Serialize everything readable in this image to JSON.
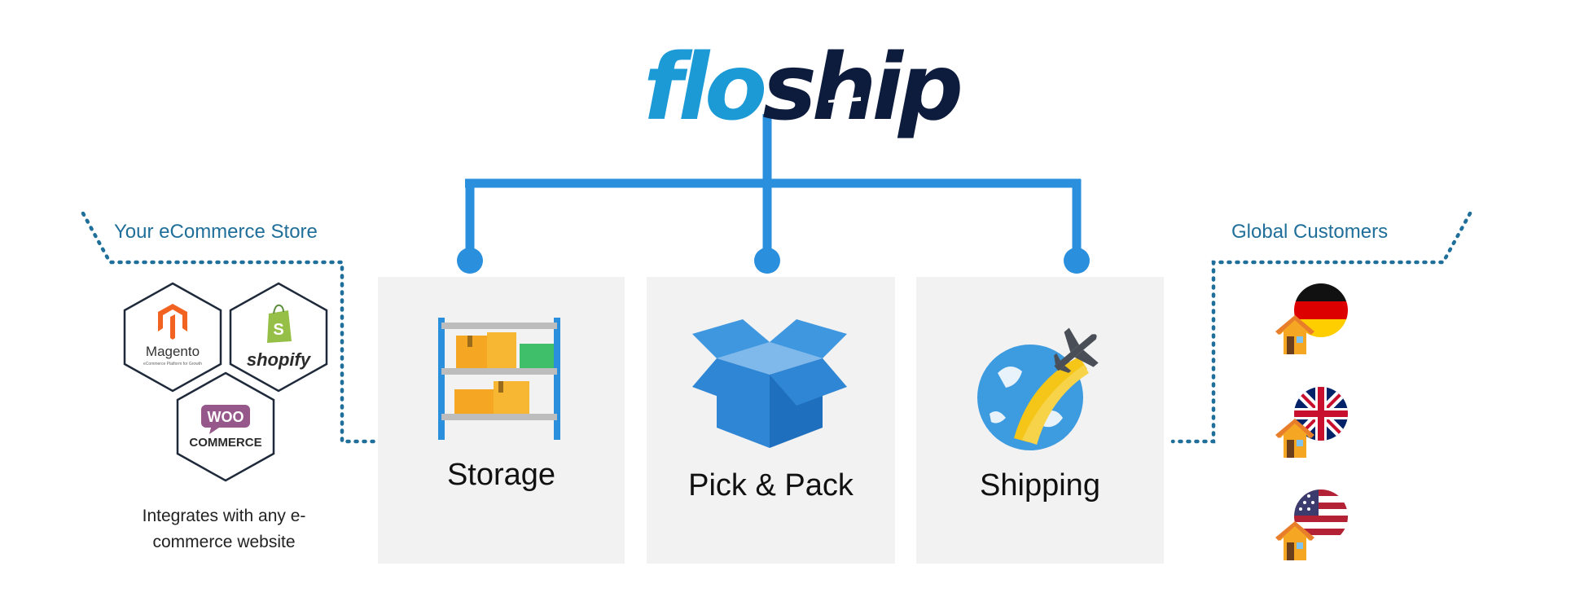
{
  "logo": {
    "part1": "flo",
    "part2": "ship",
    "colors": {
      "part1": "#1b9ad6",
      "part2": "#0d1b3d"
    }
  },
  "store_heading": "Your eCommerce Store",
  "customers_heading": "Global Customers",
  "platforms": [
    {
      "name": "Magento",
      "tagline": "eCommerce Platform for Growth",
      "icon": "magento-logo",
      "color": "#f26322"
    },
    {
      "name": "shopify",
      "icon": "shopify-bag-logo",
      "color": "#95bf47"
    },
    {
      "name": "WOO",
      "name2": "COMMERCE",
      "icon": "woocommerce-logo",
      "color": "#96588a"
    }
  ],
  "integrates_text": "Integrates with any e-commerce website",
  "services": [
    {
      "label": "Storage",
      "icon": "shelf-boxes-icon"
    },
    {
      "label": "Pick & Pack",
      "icon": "open-box-icon"
    },
    {
      "label": "Shipping",
      "icon": "globe-airplane-icon"
    }
  ],
  "customers": [
    {
      "country": "Germany",
      "icon": "house-germany-flag-icon"
    },
    {
      "country": "United Kingdom",
      "icon": "house-uk-flag-icon"
    },
    {
      "country": "United States",
      "icon": "house-us-flag-icon"
    }
  ],
  "colors": {
    "connector": "#2a8fdc",
    "dotted": "#1f6f9a",
    "panel": "#f2f2f2",
    "heading": "#1f6f9a"
  }
}
